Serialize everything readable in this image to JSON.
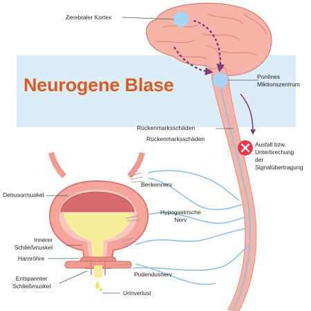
{
  "title": "Neurogene Blase",
  "labels": {
    "cortex": "Zerebraler Kortex",
    "pons_line1": "Pontines",
    "pons_line2": "Miktionszentrum",
    "spinal_injury_1": "Rückenmarksschäden",
    "spinal_injury_2": "Rückenmarksschäden",
    "failure_line1": "Ausfall bzw.",
    "failure_line2": "Unterbrechung",
    "failure_line3": "der",
    "failure_line4": "Signalübertragung",
    "pelvic_nerve": "Beckennerv",
    "detrusor": "Detrusormuskel",
    "hypogastric_line1": "Hypogastrische",
    "hypogastric_line2": "Nerv",
    "inner_sphincter_line1": "Innerer",
    "inner_sphincter_line2": "Schließmuskel",
    "urethra": "Harnröhre",
    "pudendal_nerve": "Pudendusnerv",
    "relaxed_sphincter_line1": "Entspannter",
    "relaxed_sphincter_line2": "Schließmuskel",
    "urine_loss": "Urinverlust"
  },
  "icons": {
    "blocked": "x-circle-icon"
  },
  "colors": {
    "title": "#dc5a21",
    "band": "#dcedf7",
    "brain": "#f6b4a8",
    "bladder": "#f29a90",
    "urine": "#f7ee9c",
    "nerve": "#8fc1e3",
    "center": "#a8d4f7",
    "signal": "#7a3f78",
    "blocked": "#e53945"
  }
}
